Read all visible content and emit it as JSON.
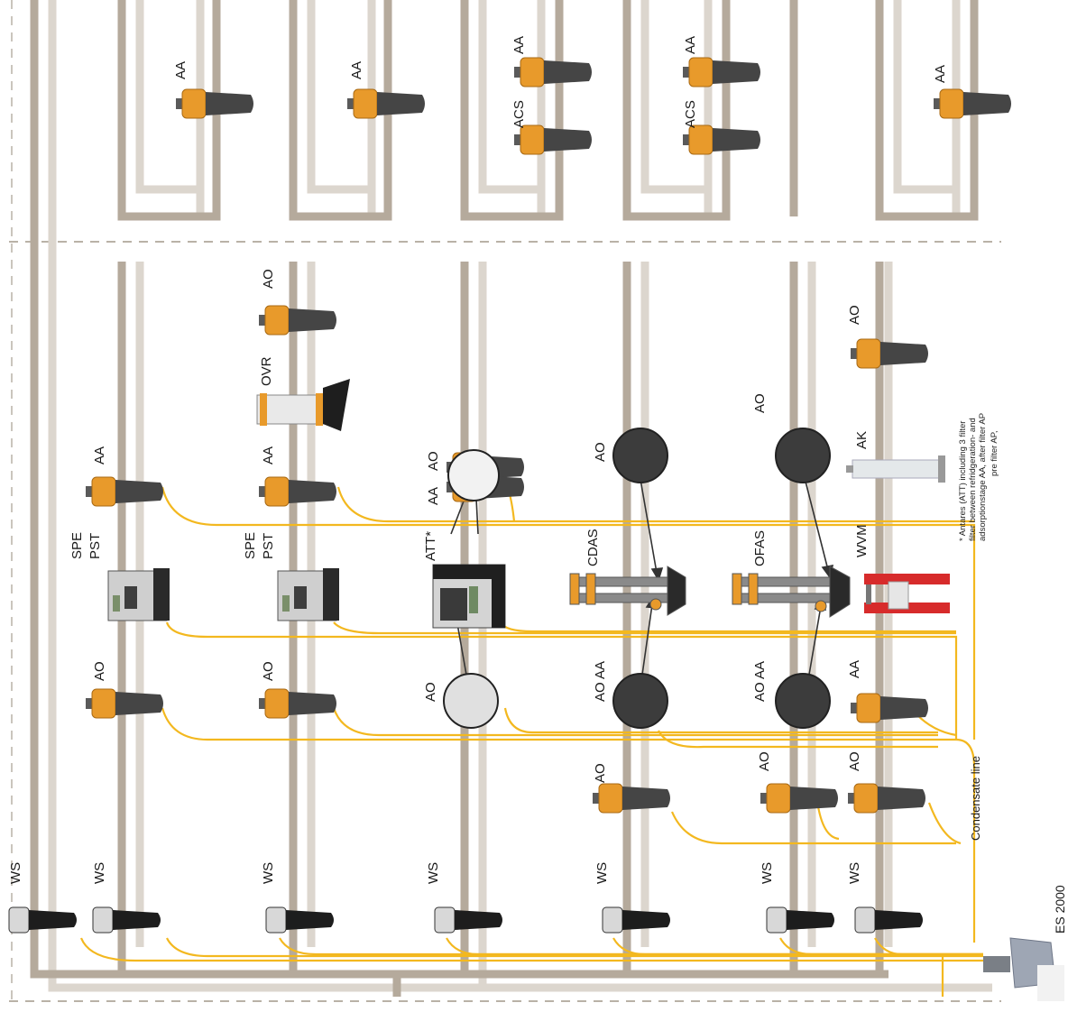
{
  "labels": {
    "top": [
      "AA",
      "AA",
      "AA",
      "ACS",
      "AA",
      "ACS",
      "AA"
    ],
    "ao_top": [
      "AO",
      "AO"
    ],
    "ovr": "OVR",
    "aa_upper": [
      "AA",
      "AA"
    ],
    "spe": [
      "SPE",
      "SPE"
    ],
    "pst": [
      "PST",
      "PST"
    ],
    "att": "ATT*",
    "cdas": "CDAS",
    "ofas": "OFAS",
    "wvm": "WVM",
    "ak": "AK",
    "ao_aa_small": [
      "AA",
      "AO"
    ],
    "ao_mid": [
      "AO",
      "AO",
      "AO",
      "AO",
      "AO"
    ],
    "ao_aa_pair": [
      "AO AA",
      "AO AA"
    ],
    "aa_low": "AA",
    "ao_low": [
      "AO",
      "AO",
      "AO"
    ],
    "ws": [
      "WS",
      "WS",
      "WS",
      "WS",
      "WS",
      "WS",
      "WS"
    ],
    "condensate_line": "Condensate line",
    "es2000": "ES 2000"
  },
  "footnote": {
    "line1": "* Antares (ATT) including 3 filter",
    "line2": "filter between refridgeration- and",
    "line3": "adsorptionstage AA, after  filter AP",
    "line4": "pre filter AP,"
  },
  "colors": {
    "pipe_dark": "#b5aa9c",
    "pipe_light": "#dcd6ce",
    "condensate": "#f3b81f",
    "filter_head": "#e89a2b",
    "filter_body": "#454545",
    "dashed": "#b9b2a7"
  }
}
